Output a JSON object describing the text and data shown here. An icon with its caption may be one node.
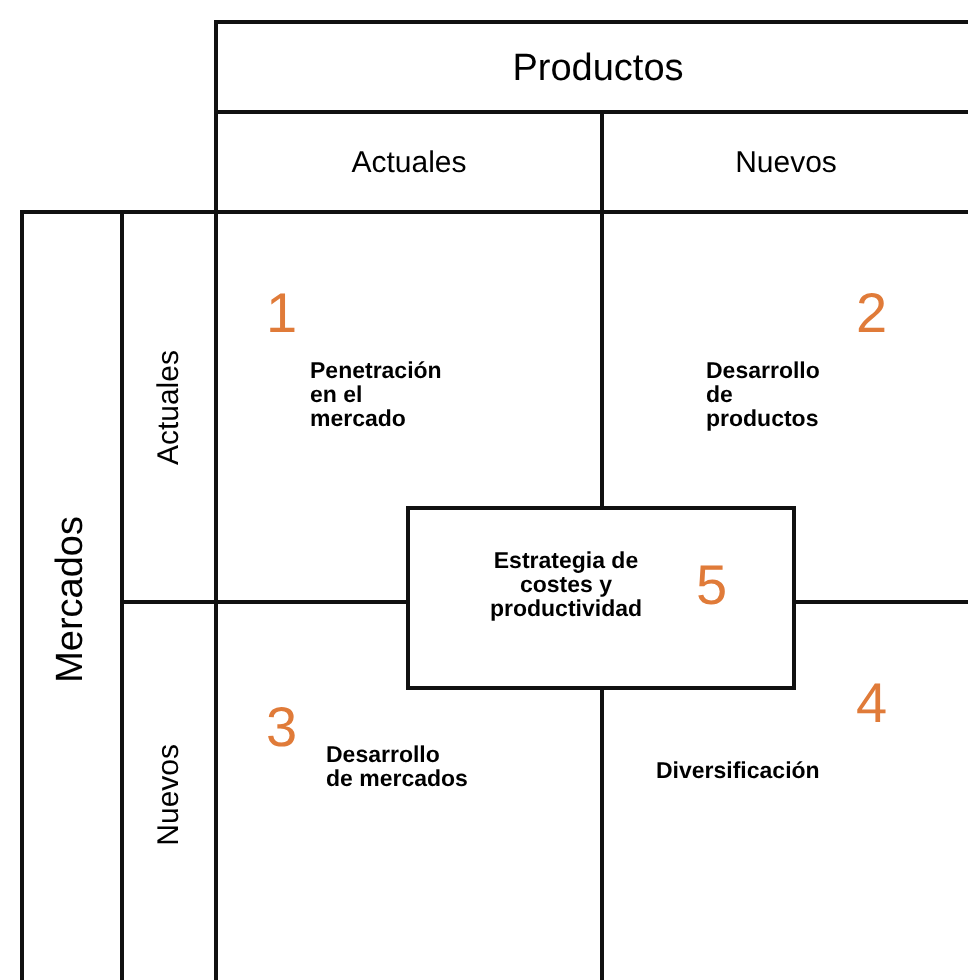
{
  "diagram": {
    "nodes": [
      {
        "text": [
          "Productos"
        ]
      },
      {
        "text": [
          "Actuales"
        ]
      },
      {
        "text": [
          "Nuevos"
        ]
      },
      {
        "text": [
          "Mercados"
        ]
      },
      {
        "text": [
          "Actuales"
        ]
      },
      {
        "text": [
          "Nuevos"
        ]
      },
      {
        "text": [
          "1",
          "Penetración en el mercado"
        ]
      },
      {
        "text": [
          "2",
          "Desarrollo de productos"
        ]
      },
      {
        "text": [
          "3",
          "Desarrollo de mercados"
        ]
      },
      {
        "text": [
          "4",
          "Diversificación"
        ]
      },
      {
        "text": [
          "Estrategia de costes y productividad",
          "5"
        ]
      }
    ]
  }
}
